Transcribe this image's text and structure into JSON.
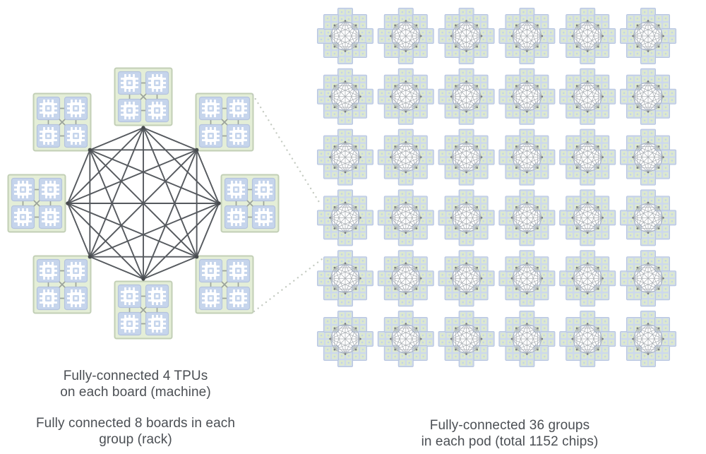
{
  "captions": {
    "board": {
      "line1": "Fully-connected 4 TPUs",
      "line2": "on each board (machine)"
    },
    "group": {
      "line1": "Fully connected 8 boards in each",
      "line2": "group (rack)"
    },
    "pod": {
      "line1": "Fully-connected 36 groups",
      "line2": "in each pod (total 1152 chips)"
    }
  },
  "architecture": {
    "tpus_per_board": 4,
    "boards_per_group": 8,
    "groups_per_pod": 36,
    "total_chips": 1152,
    "pod_grid_rows": 6,
    "pod_grid_cols": 6
  },
  "icons": {
    "chip": "tpu-chip-icon",
    "board": "tpu-board",
    "group_graph": "group-interconnect-graph",
    "connector": "zoom-connector-line"
  },
  "colors": {
    "background": "#ffffff",
    "board_fill": "#e4eed7",
    "board_stroke": "#c2cfb6",
    "chip_fill": "#c6d5ec",
    "chip_stroke": "#b4c3de",
    "chip_glyph": "#ffffff",
    "board_wire": "#9ba39b",
    "graph_line": "#55595e",
    "graph_node": "#46494d",
    "mini_graph_line": "#a8adb2",
    "mini_graph_node": "#75797d",
    "mini_board_fill": "#cdd9ec",
    "mini_board_stroke": "#b7c5df",
    "mini_chip_fill": "#dde9ce",
    "mini_chip_dot": "#c3d2ea",
    "dotted_line": "#c5cbc2",
    "text": "#4b4f54"
  }
}
